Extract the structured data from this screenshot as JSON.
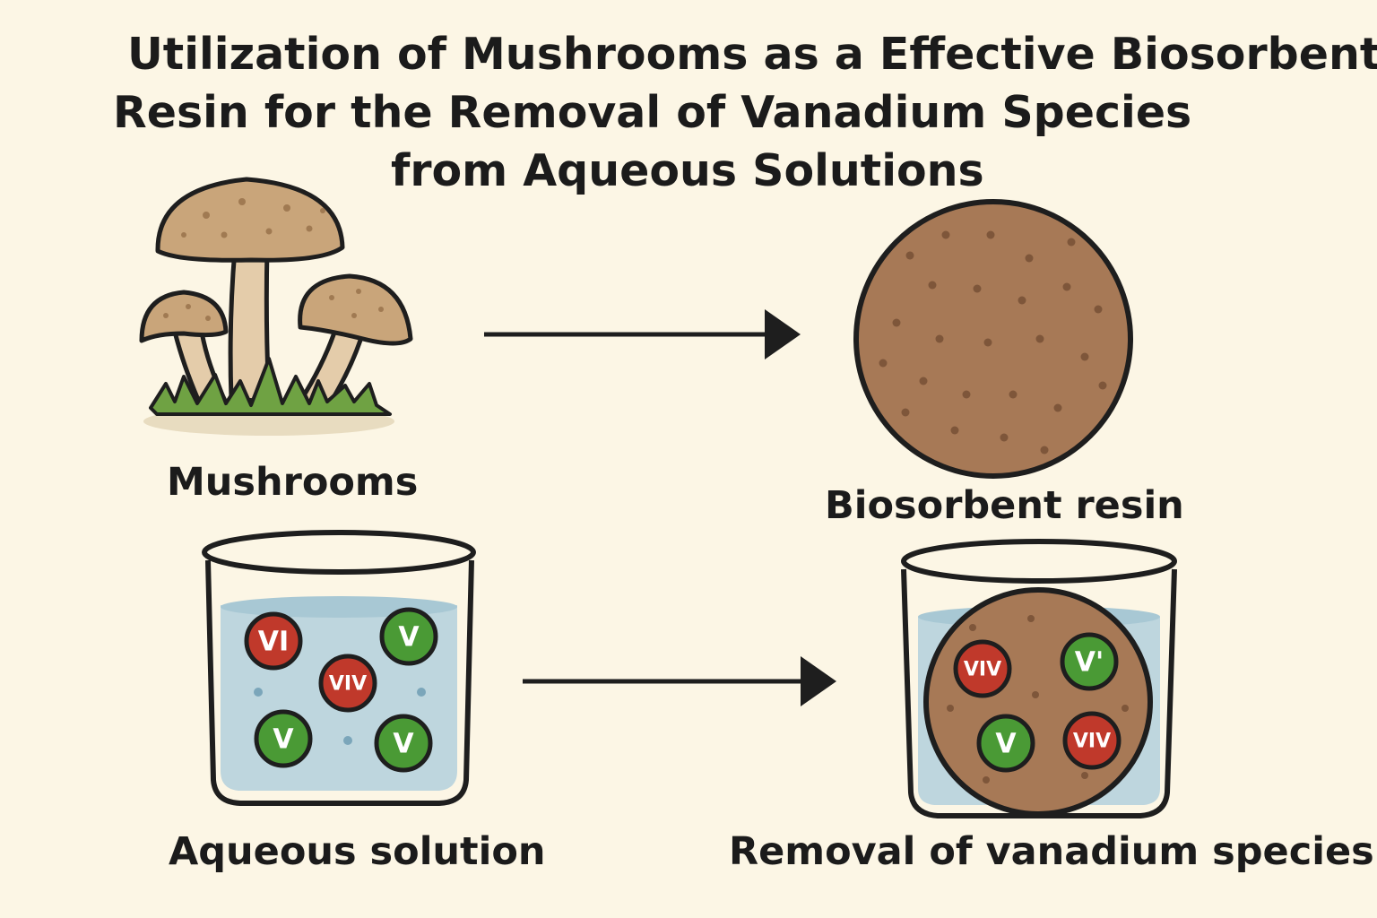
{
  "title": {
    "line1": "Utilization of Mushrooms as a Effective Biosorbent",
    "line2": "Resin for the Removal of Vanadium Species",
    "line3": "from Aqueous Solutions"
  },
  "labels": {
    "mushrooms": "Mushrooms",
    "biosorbent": "Biosorbent resin",
    "aqueous": "Aqueous solution",
    "removal": "Removal of vanadium species"
  },
  "solution_ions": [
    {
      "label": "VI",
      "color": "red"
    },
    {
      "label": "V",
      "color": "green"
    },
    {
      "label": "VIV",
      "color": "red"
    },
    {
      "label": "V",
      "color": "green"
    },
    {
      "label": "V",
      "color": "green"
    }
  ],
  "resin_ions": [
    {
      "label": "VIV",
      "color": "red"
    },
    {
      "label": "V'",
      "color": "green"
    },
    {
      "label": "V",
      "color": "green"
    },
    {
      "label": "VIV",
      "color": "red"
    }
  ],
  "colors": {
    "background": "#fcf6e5",
    "mushroom_cap": "#c9a57a",
    "mushroom_stem": "#e4ccaa",
    "resin": "#a77956",
    "grass": "#6fa243",
    "water": "#bed6de",
    "ion_red": "#c0392b",
    "ion_green": "#4a9a35",
    "outline": "#1e1e1e"
  }
}
